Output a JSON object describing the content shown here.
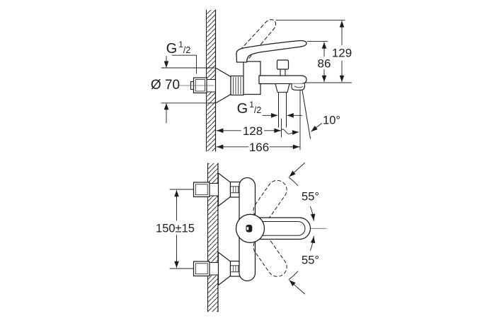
{
  "figure": {
    "background": "#ffffff",
    "ink": "#1c1c1c",
    "centerline_color": "#666666",
    "views": {
      "side": {
        "inlet_thread": {
          "g": "G",
          "num": "1",
          "den": "/2"
        },
        "escutcheon_dia": "Ø 70",
        "outlet_thread": {
          "g": "G",
          "num": "1",
          "den": "/2"
        },
        "proj_outlet": "128",
        "proj_total": "166",
        "h_lever": "86",
        "h_total": "129",
        "spout_angle": "10°"
      },
      "front": {
        "centers": "150±15",
        "swing_up": "55°",
        "swing_down": "55°"
      }
    }
  }
}
